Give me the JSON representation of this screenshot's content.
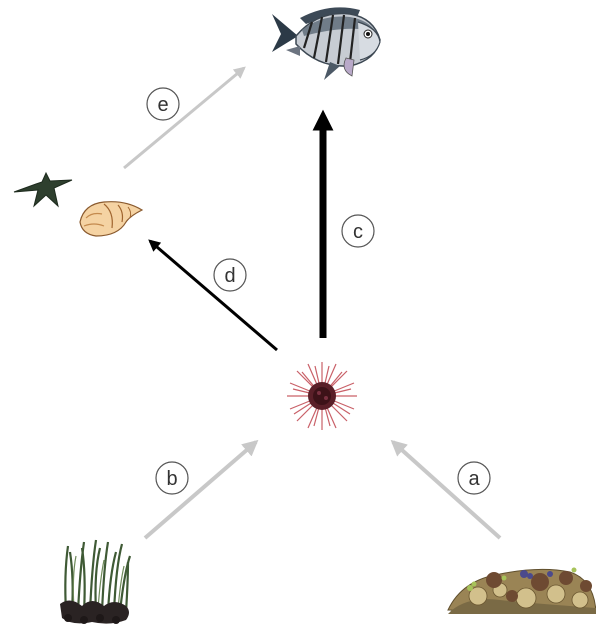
{
  "nodes": [
    {
      "id": "fish",
      "icon": "sea-bream-fish-icon"
    },
    {
      "id": "starfish",
      "icon": "starfish-icon"
    },
    {
      "id": "snail",
      "icon": "sea-snail-shell-icon"
    },
    {
      "id": "urchin",
      "icon": "sea-urchin-icon"
    },
    {
      "id": "seagrass",
      "icon": "seagrass-icon"
    },
    {
      "id": "algae",
      "icon": "algae-covered-rock-icon"
    }
  ],
  "edges": [
    {
      "label": "a",
      "from": "algae",
      "to": "urchin",
      "color": "#c8c8c8",
      "weight": "thin"
    },
    {
      "label": "b",
      "from": "seagrass",
      "to": "urchin",
      "color": "#c8c8c8",
      "weight": "thin"
    },
    {
      "label": "c",
      "from": "urchin",
      "to": "fish",
      "color": "#000000",
      "weight": "thick"
    },
    {
      "label": "d",
      "from": "urchin",
      "to": "snail",
      "color": "#000000",
      "weight": "medium"
    },
    {
      "label": "e",
      "from": "starfish",
      "to": "fish",
      "color": "#c8c8c8",
      "weight": "thin"
    }
  ]
}
